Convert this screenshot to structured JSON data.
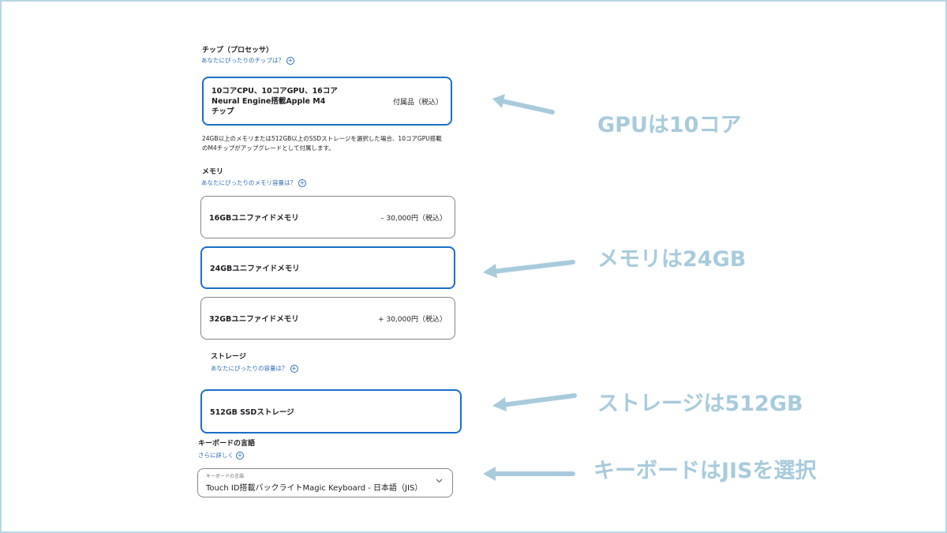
{
  "chip": {
    "title": "チップ（プロセッサ）",
    "help": "あなたにぴったりのチップは？",
    "option_label": "10コアCPU、10コアGPU、16コアNeural Engine搭載Apple M4チップ",
    "option_line1": "10コアCPU、10コアGPU、16コア",
    "option_line2": "Neural Engine搭載Apple M4",
    "option_line3": "チップ",
    "option_price": "付属品（税込）",
    "note_line1": "24GB以上のメモリまたは512GB以上のSSDストレージを選択した場合、10コアGPU搭載",
    "note_line2": "のM4チップがアップグレードとして付属します。"
  },
  "memory": {
    "title": "メモリ",
    "help": "あなたにぴったりのメモリ容量は？",
    "options": [
      {
        "label": "16GBユニファイドメモリ",
        "price": "– 30,000円（税込）",
        "selected": false
      },
      {
        "label": "24GBユニファイドメモリ",
        "price": "",
        "selected": true
      },
      {
        "label": "32GBユニファイドメモリ",
        "price": "+ 30,000円（税込）",
        "selected": false
      }
    ]
  },
  "storage": {
    "title": "ストレージ",
    "help": "あなたにぴったりの容量は？",
    "option_label": "512GB SSDストレージ"
  },
  "keyboard": {
    "title": "キーボードの言語",
    "help": "さらに詳しく",
    "select_caption": "キーボードの言語",
    "select_value": "Touch ID搭載バックライトMagic Keyboard - 日本語（JIS）"
  },
  "annotations": {
    "gpu": "GPUは10コア",
    "memory": "メモリは24GB",
    "storage": "ストレージは512GB",
    "keyboard": "キーボードはJISを選択"
  },
  "colors": {
    "annotation": "#a8cbdc",
    "selected_border": "#1a6fc8",
    "link": "#2d6db5",
    "frame": "#b9d6e4"
  },
  "icons": {
    "help": "plus-circle-icon",
    "select": "chevron-down-icon",
    "annotation": "arrow-left-icon"
  }
}
